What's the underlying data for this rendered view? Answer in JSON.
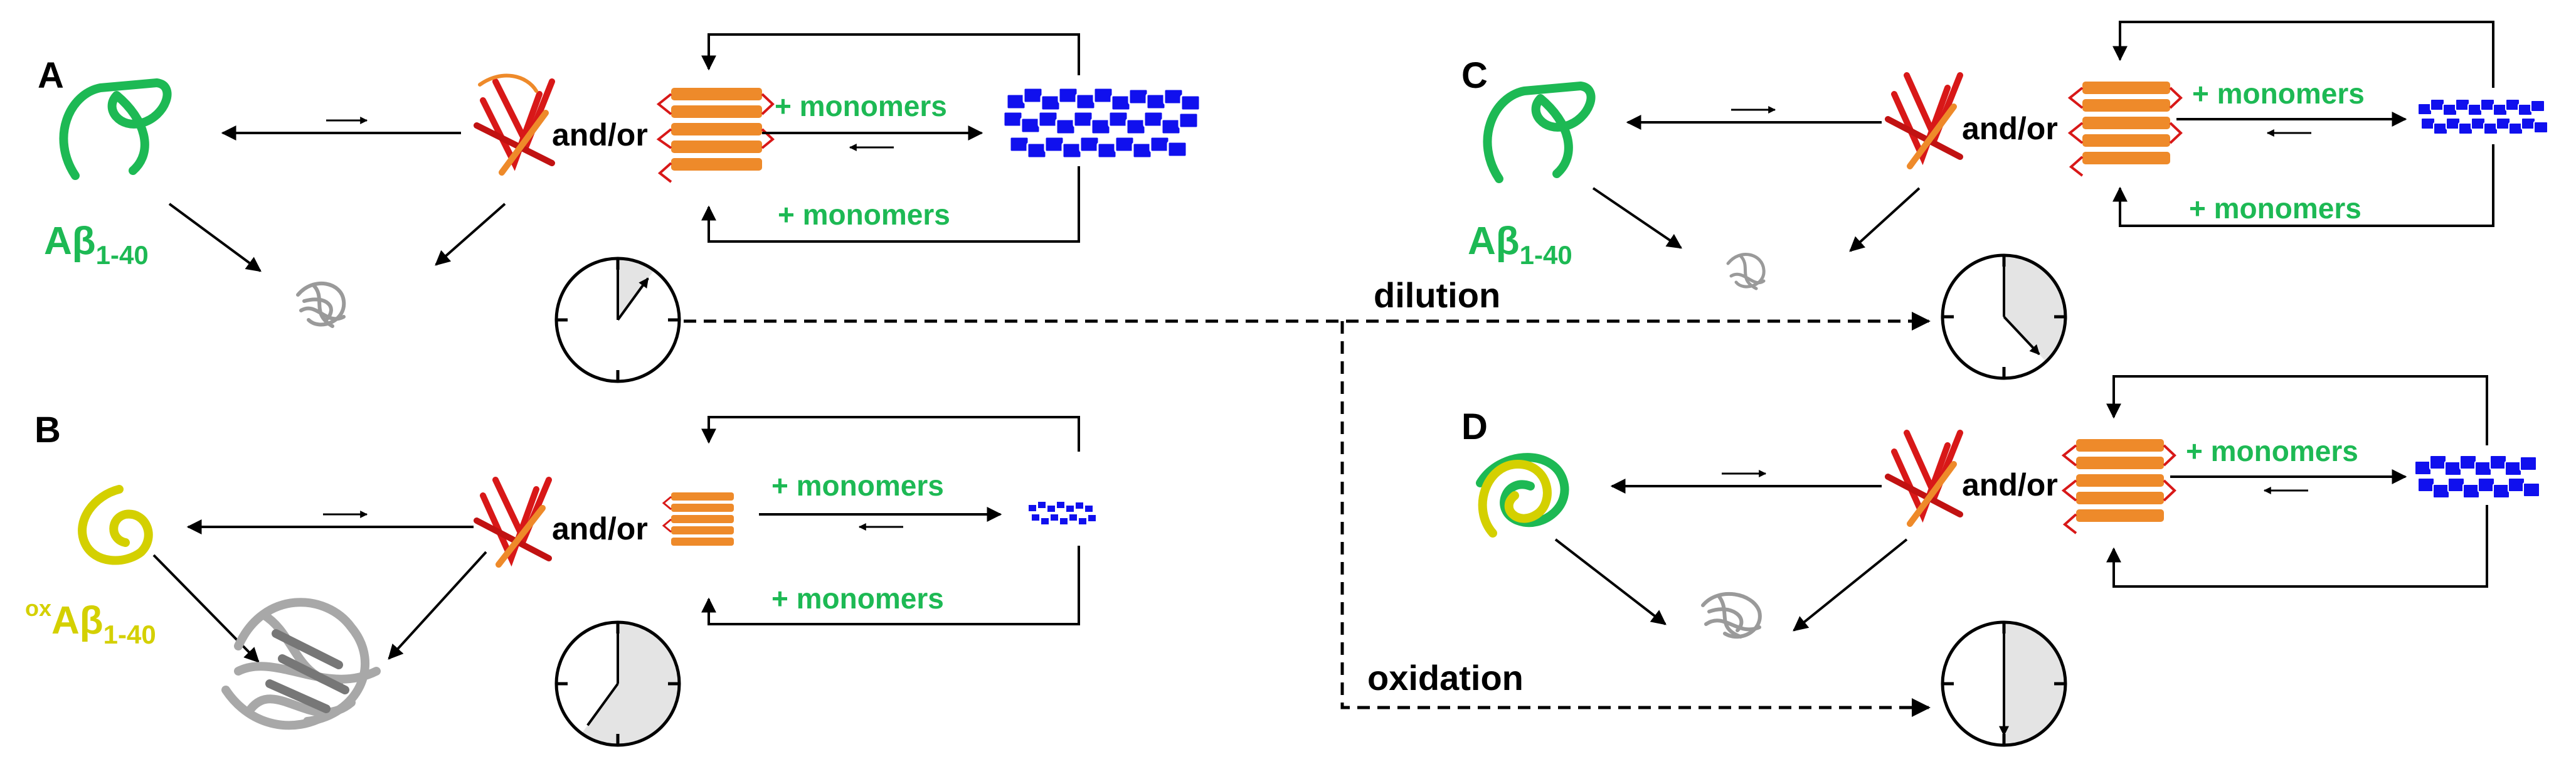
{
  "panels": {
    "A": {
      "letter": "A",
      "label_main": "Aβ",
      "label_sub": "1-40",
      "label_sup": "",
      "andor": "and/or",
      "upper_label": "+ monomers",
      "lower_label": "+ monomers"
    },
    "B": {
      "letter": "B",
      "label_main": "Aβ",
      "label_sub": "1-40",
      "label_sup": "ox",
      "andor": "and/or",
      "upper_label": "+ monomers",
      "lower_label": "+ monomers"
    },
    "C": {
      "letter": "C",
      "label_main": "Aβ",
      "label_sub": "1-40",
      "label_sup": "",
      "andor": "and/or",
      "upper_label": "+ monomers",
      "lower_label": "+ monomers"
    },
    "D": {
      "letter": "D",
      "andor": "and/or",
      "upper_label": "+ monomers"
    }
  },
  "transitions": {
    "dilution": "dilution",
    "oxidation": "oxidation"
  },
  "clocks": {
    "A_fraction": 0.1,
    "B_fraction": 0.6,
    "C_fraction": 0.38,
    "D_fraction": 0.5
  },
  "colors": {
    "green": "#1db954",
    "yellow": "#d4d000",
    "blue": "#1010ee",
    "red": "#d81818",
    "orange": "#ee8a2a",
    "gray": "#9a9a9a",
    "clock_fill": "#e4e4e4",
    "ink": "#000000"
  }
}
